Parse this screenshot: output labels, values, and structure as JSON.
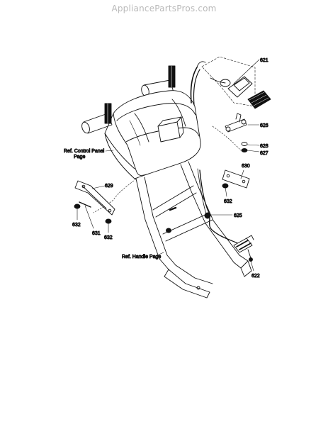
{
  "watermark": "AppliancePartsPros.com",
  "references": {
    "control_panel_line1": "Ref. Control Panel",
    "control_panel_line2": "Page",
    "handle": "Ref. Handle Page"
  },
  "parts": {
    "p621": "621",
    "p626": "626",
    "p628": "628",
    "p627": "627",
    "p630": "630",
    "p632_right": "632",
    "p625": "625",
    "p622": "622",
    "p629": "629",
    "p632_left": "632",
    "p631": "631",
    "p632_bottom": "632"
  }
}
